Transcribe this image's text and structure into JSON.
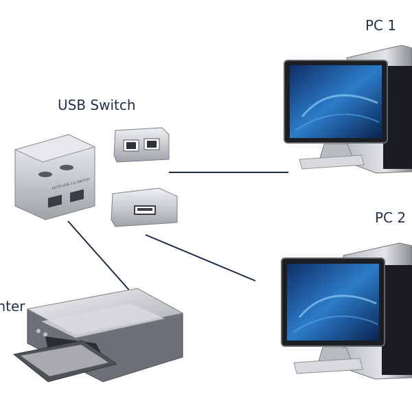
{
  "labels": {
    "usb_switch": "USB Switch",
    "pc1": "PC 1",
    "pc2": "PC 2",
    "printer": "Printer"
  },
  "device_print": {
    "switch_face": "AUTO USB 2.0 SWITCH"
  },
  "colors": {
    "connector_line": "#1c2a4a",
    "label_text": "#1f2f4f",
    "device_silver": "#c8cbd0",
    "screen_blue": "#1f5fa8"
  }
}
